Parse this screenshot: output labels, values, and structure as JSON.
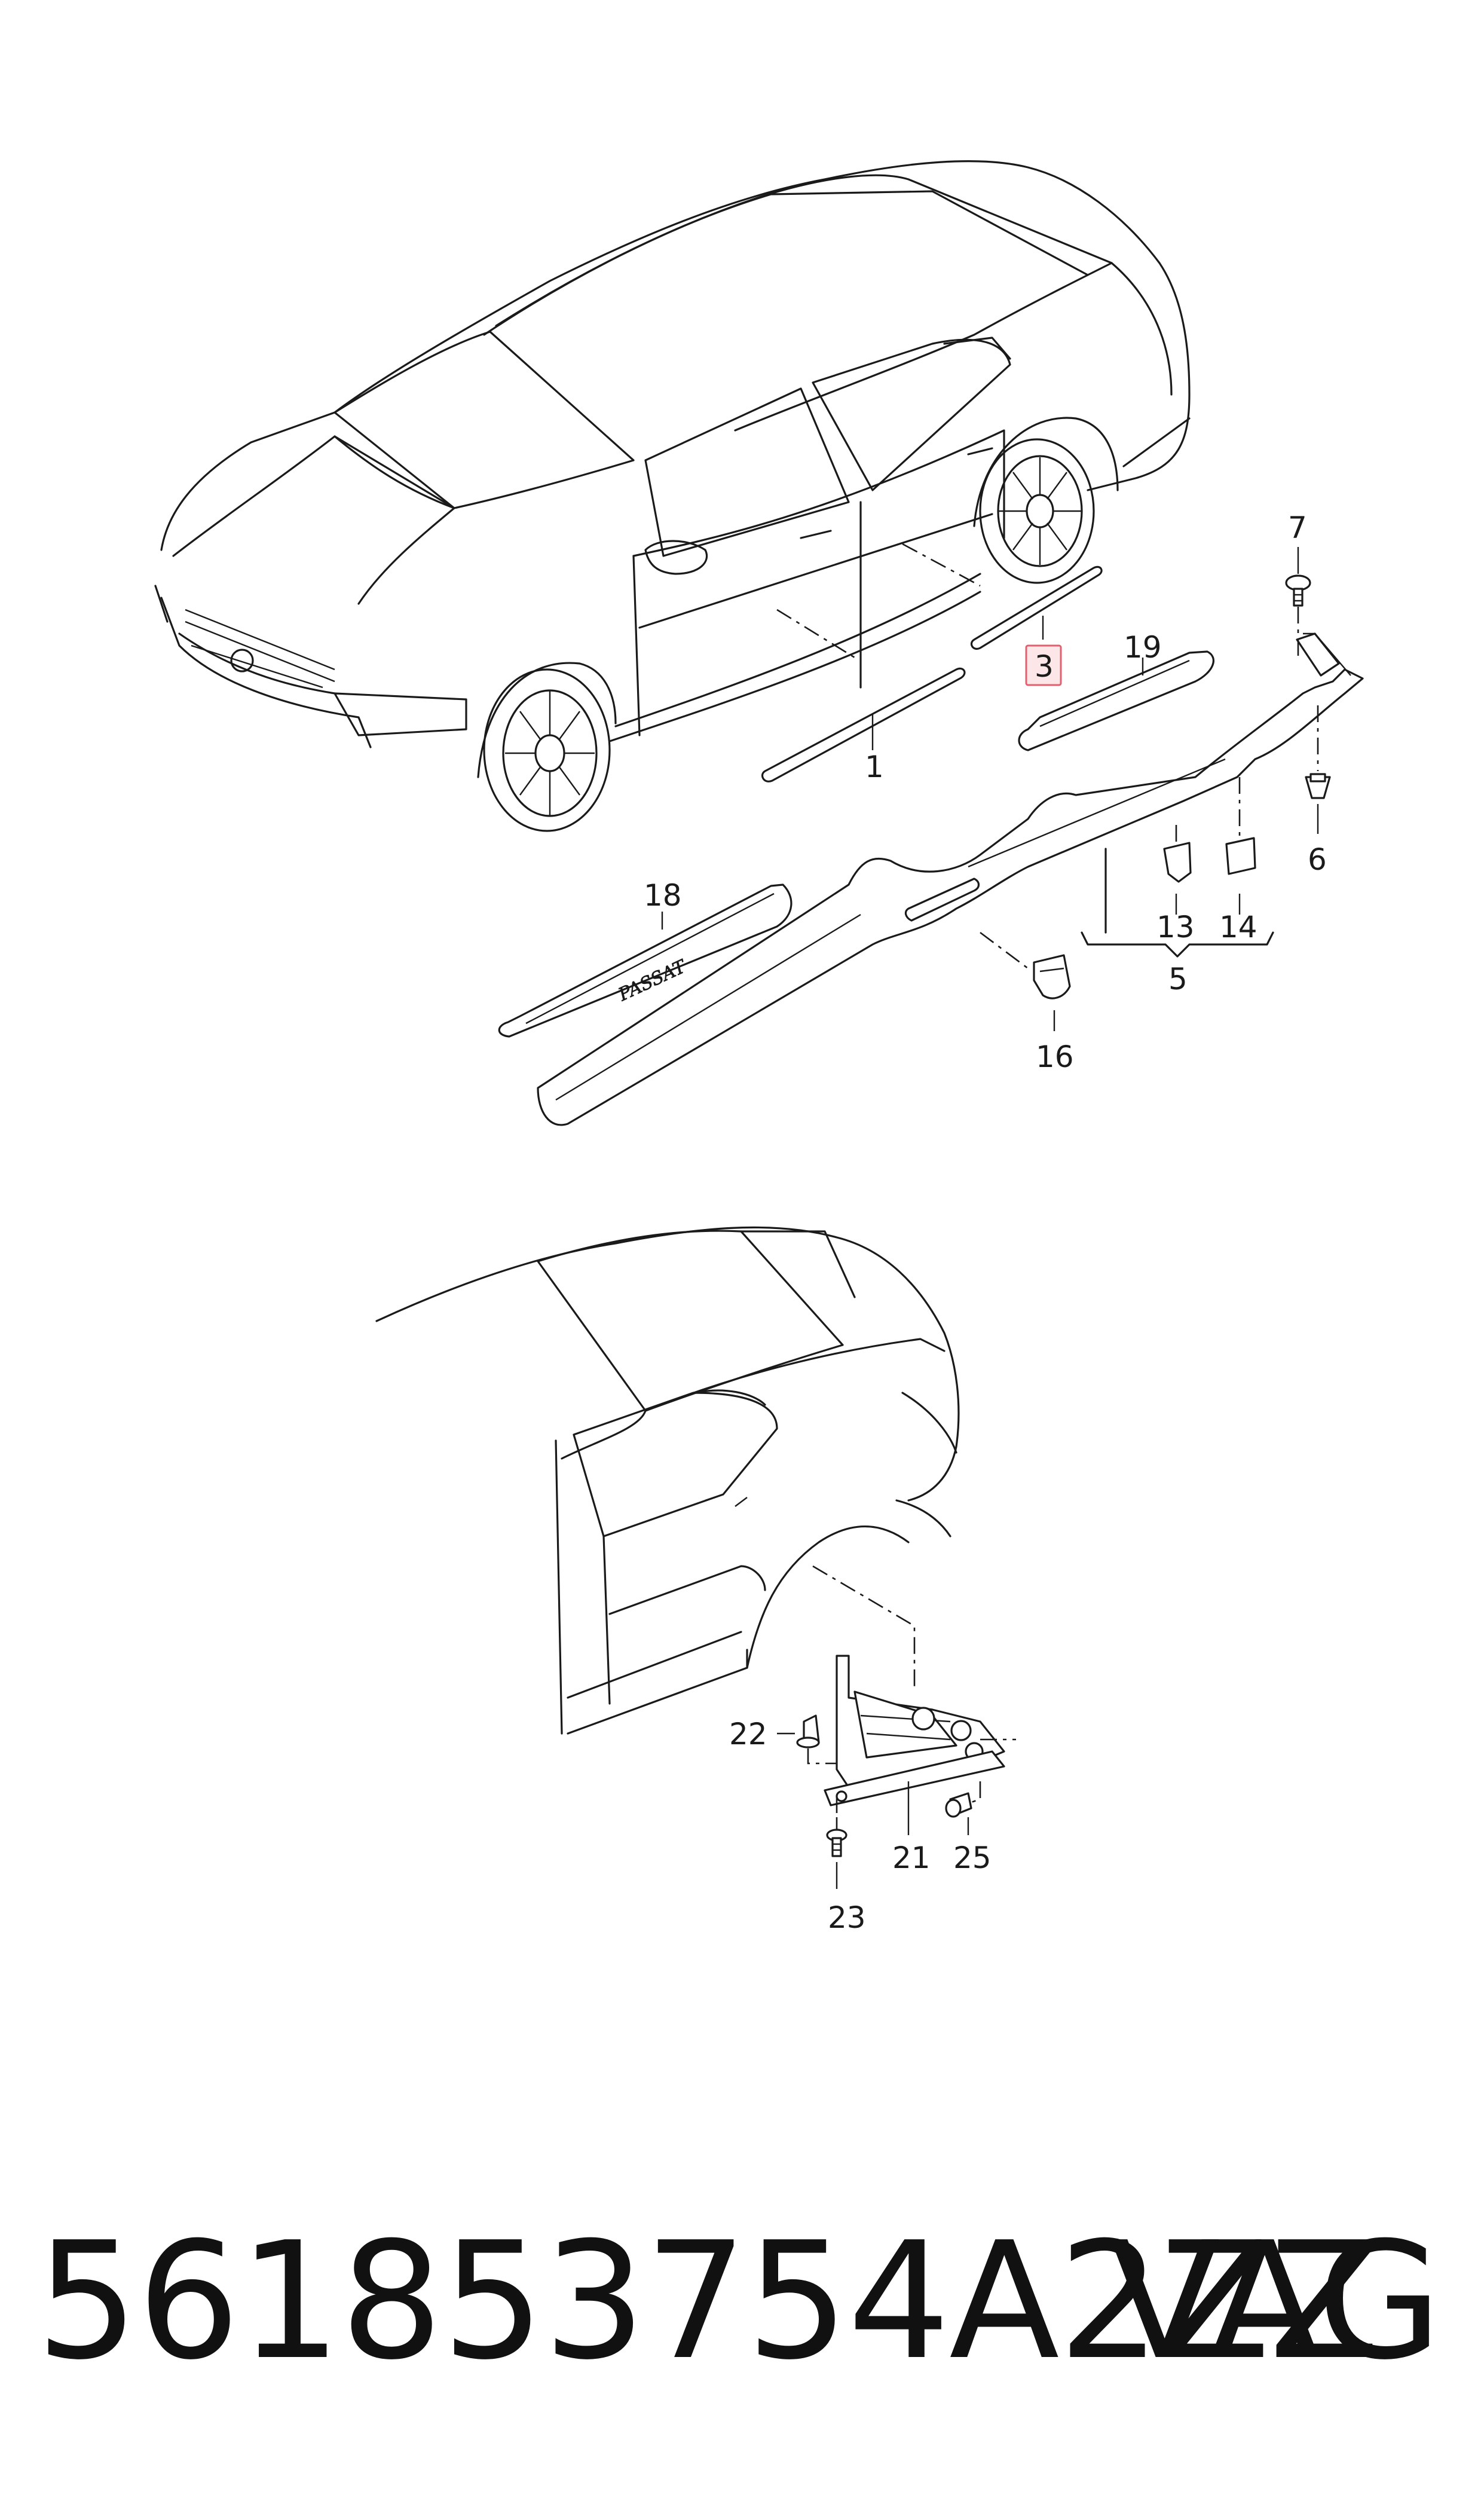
{
  "callouts": {
    "c1": "1",
    "c3": "3",
    "c5": "5",
    "c6": "6",
    "c7": "7",
    "c13": "13",
    "c14": "14",
    "c16": "16",
    "c18": "18",
    "c19": "19",
    "c21": "21",
    "c22": "22",
    "c23": "23",
    "c25": "25"
  },
  "sill_lettering": "PASSAT",
  "highlighted_callout": "3",
  "colors": {
    "line": "#1a1a1a",
    "highlight_fill": "#fde6e8",
    "highlight_stroke": "#e06070"
  },
  "footer": {
    "part_number": "561853754A2ZZ",
    "brand": "VAG"
  }
}
